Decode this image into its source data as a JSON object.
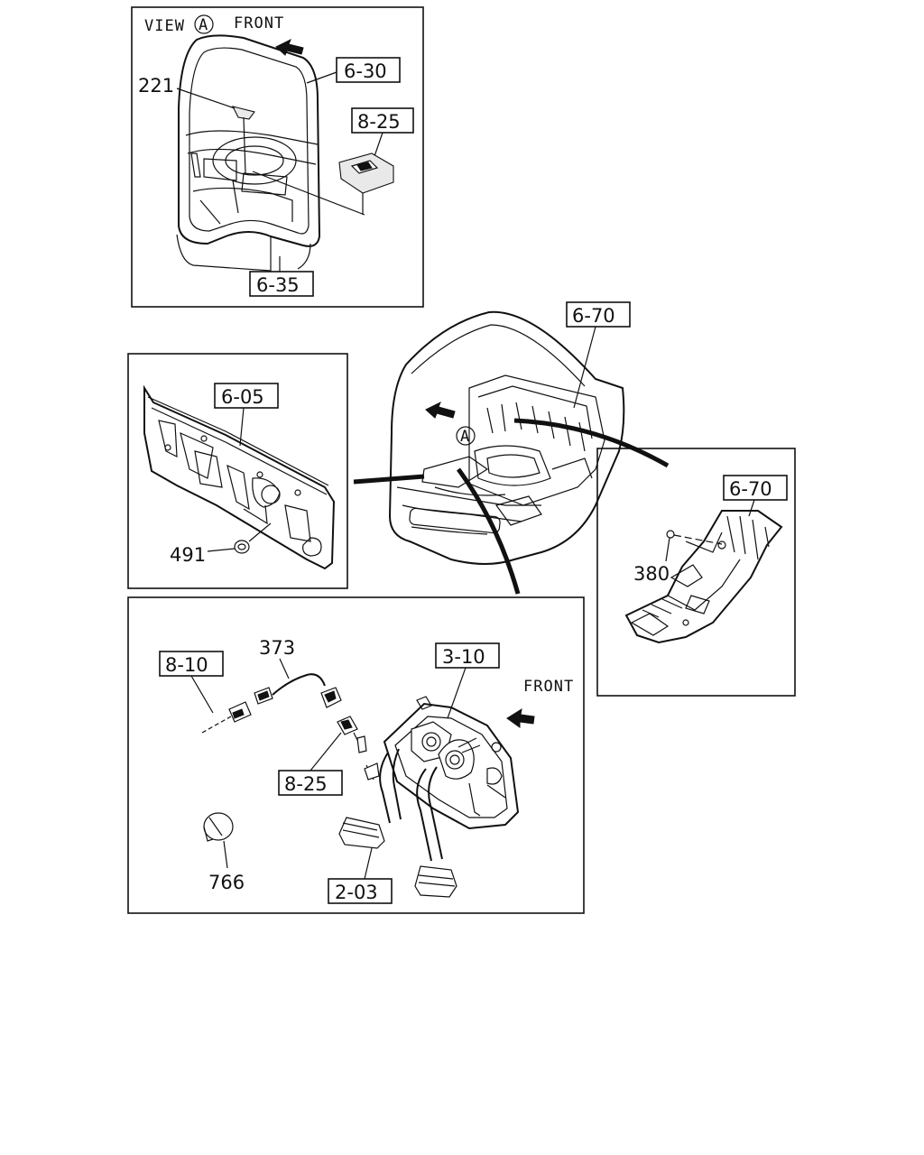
{
  "view": {
    "prefix": "VIEW",
    "circle_letter": "A",
    "front": "FRONT"
  },
  "marker_a": "A",
  "front_pedal": "FRONT",
  "refs": {
    "r630": "6-30",
    "r825_top": "8-25",
    "r635": "6-35",
    "r670_main": "6-70",
    "r605": "6-05",
    "r670_detail": "6-70",
    "r810": "8-10",
    "r310": "3-10",
    "r825_pedal": "8-25",
    "r203": "2-03"
  },
  "parts": {
    "p221": "221",
    "p491": "491",
    "p380": "380",
    "p373": "373",
    "p766": "766"
  }
}
